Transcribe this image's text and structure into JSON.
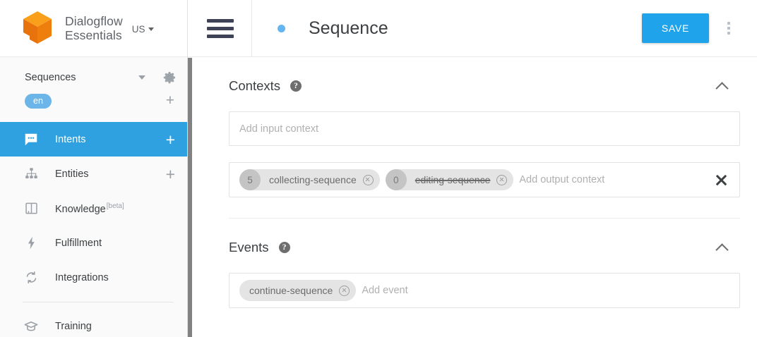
{
  "sidebar": {
    "brand": {
      "name_line1": "Dialogflow",
      "name_line2": "Essentials",
      "logo_icon": "dialogflow-cube-logo",
      "region": "US",
      "region_caret_icon": "caret-down-icon"
    },
    "agent": {
      "name": "Sequences",
      "caret_icon": "caret-down-icon",
      "settings_icon": "gear-icon"
    },
    "language": {
      "code": "en",
      "add_icon": "plus-icon"
    },
    "items": [
      {
        "label": "Intents",
        "icon": "chat-bubble-icon",
        "active": true,
        "add_label": "+",
        "badge": ""
      },
      {
        "label": "Entities",
        "icon": "org-chart-icon",
        "active": false,
        "add_label": "+",
        "badge": ""
      },
      {
        "label": "Knowledge",
        "icon": "book-icon",
        "active": false,
        "add_label": "",
        "badge": "[beta]"
      },
      {
        "label": "Fulfillment",
        "icon": "lightning-bolt-icon",
        "active": false,
        "add_label": "",
        "badge": ""
      },
      {
        "label": "Integrations",
        "icon": "sync-refresh-icon",
        "active": false,
        "add_label": "",
        "badge": ""
      },
      {
        "label": "Training",
        "icon": "graduation-cap-icon",
        "active": false,
        "add_label": "",
        "badge": ""
      }
    ]
  },
  "topbar": {
    "menu_icon": "hamburger-menu-icon",
    "status_dot": "status-dot-blue",
    "title": "Sequence",
    "save_label": "SAVE",
    "more_icon": "kebab-menu-icon"
  },
  "sections": {
    "contexts": {
      "title": "Contexts",
      "help_icon": "help-question-icon",
      "collapse_icon": "chevron-up-icon",
      "input_context": {
        "placeholder": "Add input context",
        "chips": []
      },
      "output_context": {
        "placeholder": "Add output context",
        "clear_icon": "close-x-icon",
        "chips": [
          {
            "count": "5",
            "label": "collecting-sequence",
            "struck": false,
            "remove_icon": "chip-remove-icon"
          },
          {
            "count": "0",
            "label": "editing-sequence",
            "struck": true,
            "remove_icon": "chip-remove-icon"
          }
        ]
      }
    },
    "events": {
      "title": "Events",
      "help_icon": "help-question-icon",
      "collapse_icon": "chevron-up-icon",
      "placeholder": "Add event",
      "chips": [
        {
          "label": "continue-sequence",
          "remove_icon": "chip-remove-icon"
        }
      ]
    }
  },
  "colors": {
    "accent_blue": "#2fa0e0",
    "save_blue": "#1fa4ec",
    "logo_orange": "#e8730c",
    "logo_orange_light": "#fa9f1b",
    "lang_chip_blue": "#6cb5e8"
  }
}
